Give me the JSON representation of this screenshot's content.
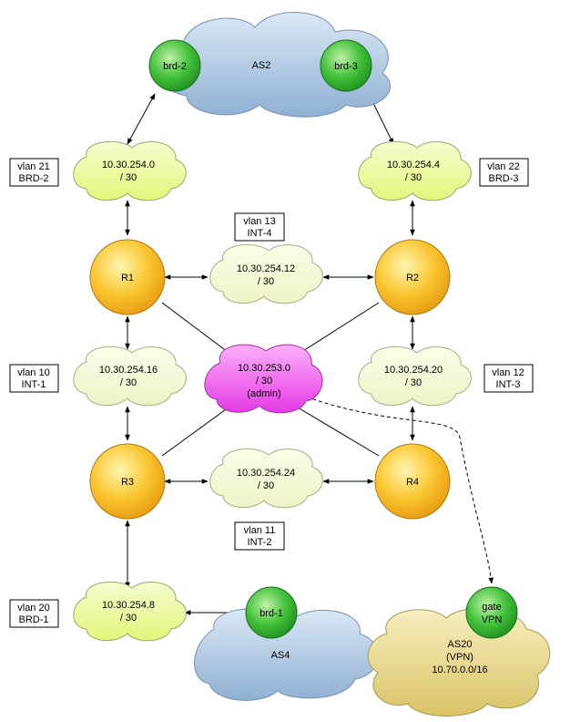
{
  "clouds": {
    "as2": "AS2",
    "as4": "AS4",
    "as20": [
      "AS20",
      "(VPN)",
      "10.70.0.0/16"
    ]
  },
  "borders": {
    "brd2": "brd-2",
    "brd3": "brd-3",
    "brd1": "brd-1",
    "gate": [
      "gate",
      "VPN"
    ]
  },
  "routers": {
    "r1": "R1",
    "r2": "R2",
    "r3": "R3",
    "r4": "R4"
  },
  "subnets": {
    "s254_0": [
      "10.30.254.0",
      "/ 30"
    ],
    "s254_4": [
      "10.30.254.4",
      "/ 30"
    ],
    "s254_12": [
      "10.30.254.12",
      "/ 30"
    ],
    "s254_16": [
      "10.30.254.16",
      "/ 30"
    ],
    "s253_0": [
      "10.30.253.0",
      "/ 30",
      "(admin)"
    ],
    "s254_20": [
      "10.30.254.20",
      "/ 30"
    ],
    "s254_24": [
      "10.30.254.24",
      "/ 30"
    ],
    "s254_8": [
      "10.30.254.8",
      "/ 30"
    ]
  },
  "vlans": {
    "v21": [
      "vlan 21",
      "BRD-2"
    ],
    "v22": [
      "vlan 22",
      "BRD-3"
    ],
    "v13": [
      "vlan 13",
      "INT-4"
    ],
    "v10": [
      "vlan 10",
      "INT-1"
    ],
    "v12": [
      "vlan 12",
      "INT-3"
    ],
    "v11": [
      "vlan 11",
      "INT-2"
    ],
    "v20": [
      "vlan 20",
      "BRD-1"
    ]
  },
  "colors": {
    "subnet_cloud": "#eef9a8",
    "subnet_cloud_lite": "#f4f8d4",
    "admin_cloud": "#f04df0",
    "as_cloud": "#b5cde6",
    "as20_cloud": "#ecd985",
    "router": "#f7b81c",
    "border_node": "#33b233"
  }
}
